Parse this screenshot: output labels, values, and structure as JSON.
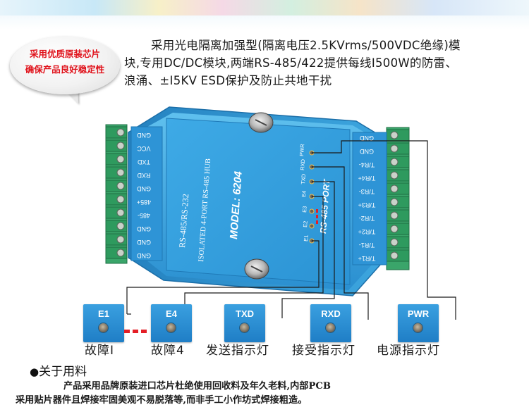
{
  "intro": {
    "line1": "采用光电隔离加强型(隔离电压2.5KVrms/500VDC绝缘)模",
    "line2": "块,专用DC/DC模块,两端RS-485/422提供每线I500W的防雷、",
    "line3": "浪涌、±I5KV ESD保护及防止共地干扰"
  },
  "badge": {
    "line1": "采用优质原装芯片",
    "line2": "确保产品良好稳定性"
  },
  "device": {
    "left_terminals": [
      "GND",
      "VCC",
      "TXD",
      "RXD",
      "GND",
      "485+",
      "485-",
      "GND",
      "GND",
      "GND"
    ],
    "right_terminals": [
      "GND",
      "GND",
      "T/R4-",
      "T/R4+",
      "T/R3-",
      "T/R3+",
      "T/R2-",
      "T/R2+",
      "T/R1-",
      "T/R1+"
    ],
    "label_rs": "RS-485/RS-232",
    "label_isolated": "ISOLATED 4-PORT RS-485 HUB",
    "label_model": "MODEL: 6204",
    "label_port": "RS-485 PORT",
    "led_labels": [
      "PWR",
      "RXD",
      "TXD",
      "E4",
      "E3",
      "E2",
      "E1"
    ]
  },
  "indicators": [
    {
      "label": "E1",
      "caption": "故障I"
    },
    {
      "label": "E4",
      "caption": "故障4"
    },
    {
      "label": "TXD",
      "caption": "发送指示灯"
    },
    {
      "label": "RXD",
      "caption": "接受指示灯"
    },
    {
      "label": "PWR",
      "caption": "电源指示灯"
    }
  ],
  "section": {
    "bullet": "●",
    "title": "关于用料",
    "text1": "产品采用品牌原装进口芯片杜绝使用回收料及年久老料,内部PCB",
    "text2": "采用贴片器件且焊接牢固美观不易脱落等,而非手工小作坊式焊接粗造。"
  },
  "colors": {
    "device_blue": "#2f9fd8",
    "terminal_green": "#3aa56a",
    "accent_red": "#e0111a",
    "indicator_blue": "#2a8fd6"
  }
}
